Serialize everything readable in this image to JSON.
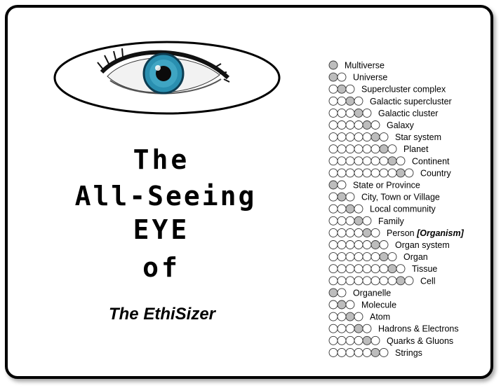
{
  "title_lines": [
    "The",
    "All-Seeing",
    "EYE",
    "of"
  ],
  "subtitle": "The EthiSizer",
  "icons": {
    "eye": "eye-icon",
    "holarchy": "holarchy-circles-diagram"
  },
  "colors": {
    "iris": "#2a8fb0",
    "ring_fill": "#bdbdbd",
    "outline": "#000000"
  },
  "hierarchy_levels": [
    {
      "label": "Multiverse"
    },
    {
      "label": "Universe"
    },
    {
      "label": "Supercluster complex"
    },
    {
      "label": "Galactic supercluster"
    },
    {
      "label": "Galactic cluster"
    },
    {
      "label": "Galaxy"
    },
    {
      "label": "Star system"
    },
    {
      "label": "Planet"
    },
    {
      "label": "Continent"
    },
    {
      "label": "Country"
    },
    {
      "label": "State or Province"
    },
    {
      "label": "City, Town or Village"
    },
    {
      "label": "Local community"
    },
    {
      "label": "Family"
    },
    {
      "label": "Person",
      "suffix": "[Organism]"
    },
    {
      "label": "Organ system"
    },
    {
      "label": "Organ"
    },
    {
      "label": "Tissue"
    },
    {
      "label": "Cell"
    },
    {
      "label": "Organelle"
    },
    {
      "label": "Molecule"
    },
    {
      "label": "Atom"
    },
    {
      "label": "Hadrons & Electrons"
    },
    {
      "label": "Quarks & Gluons"
    },
    {
      "label": "Strings"
    }
  ]
}
